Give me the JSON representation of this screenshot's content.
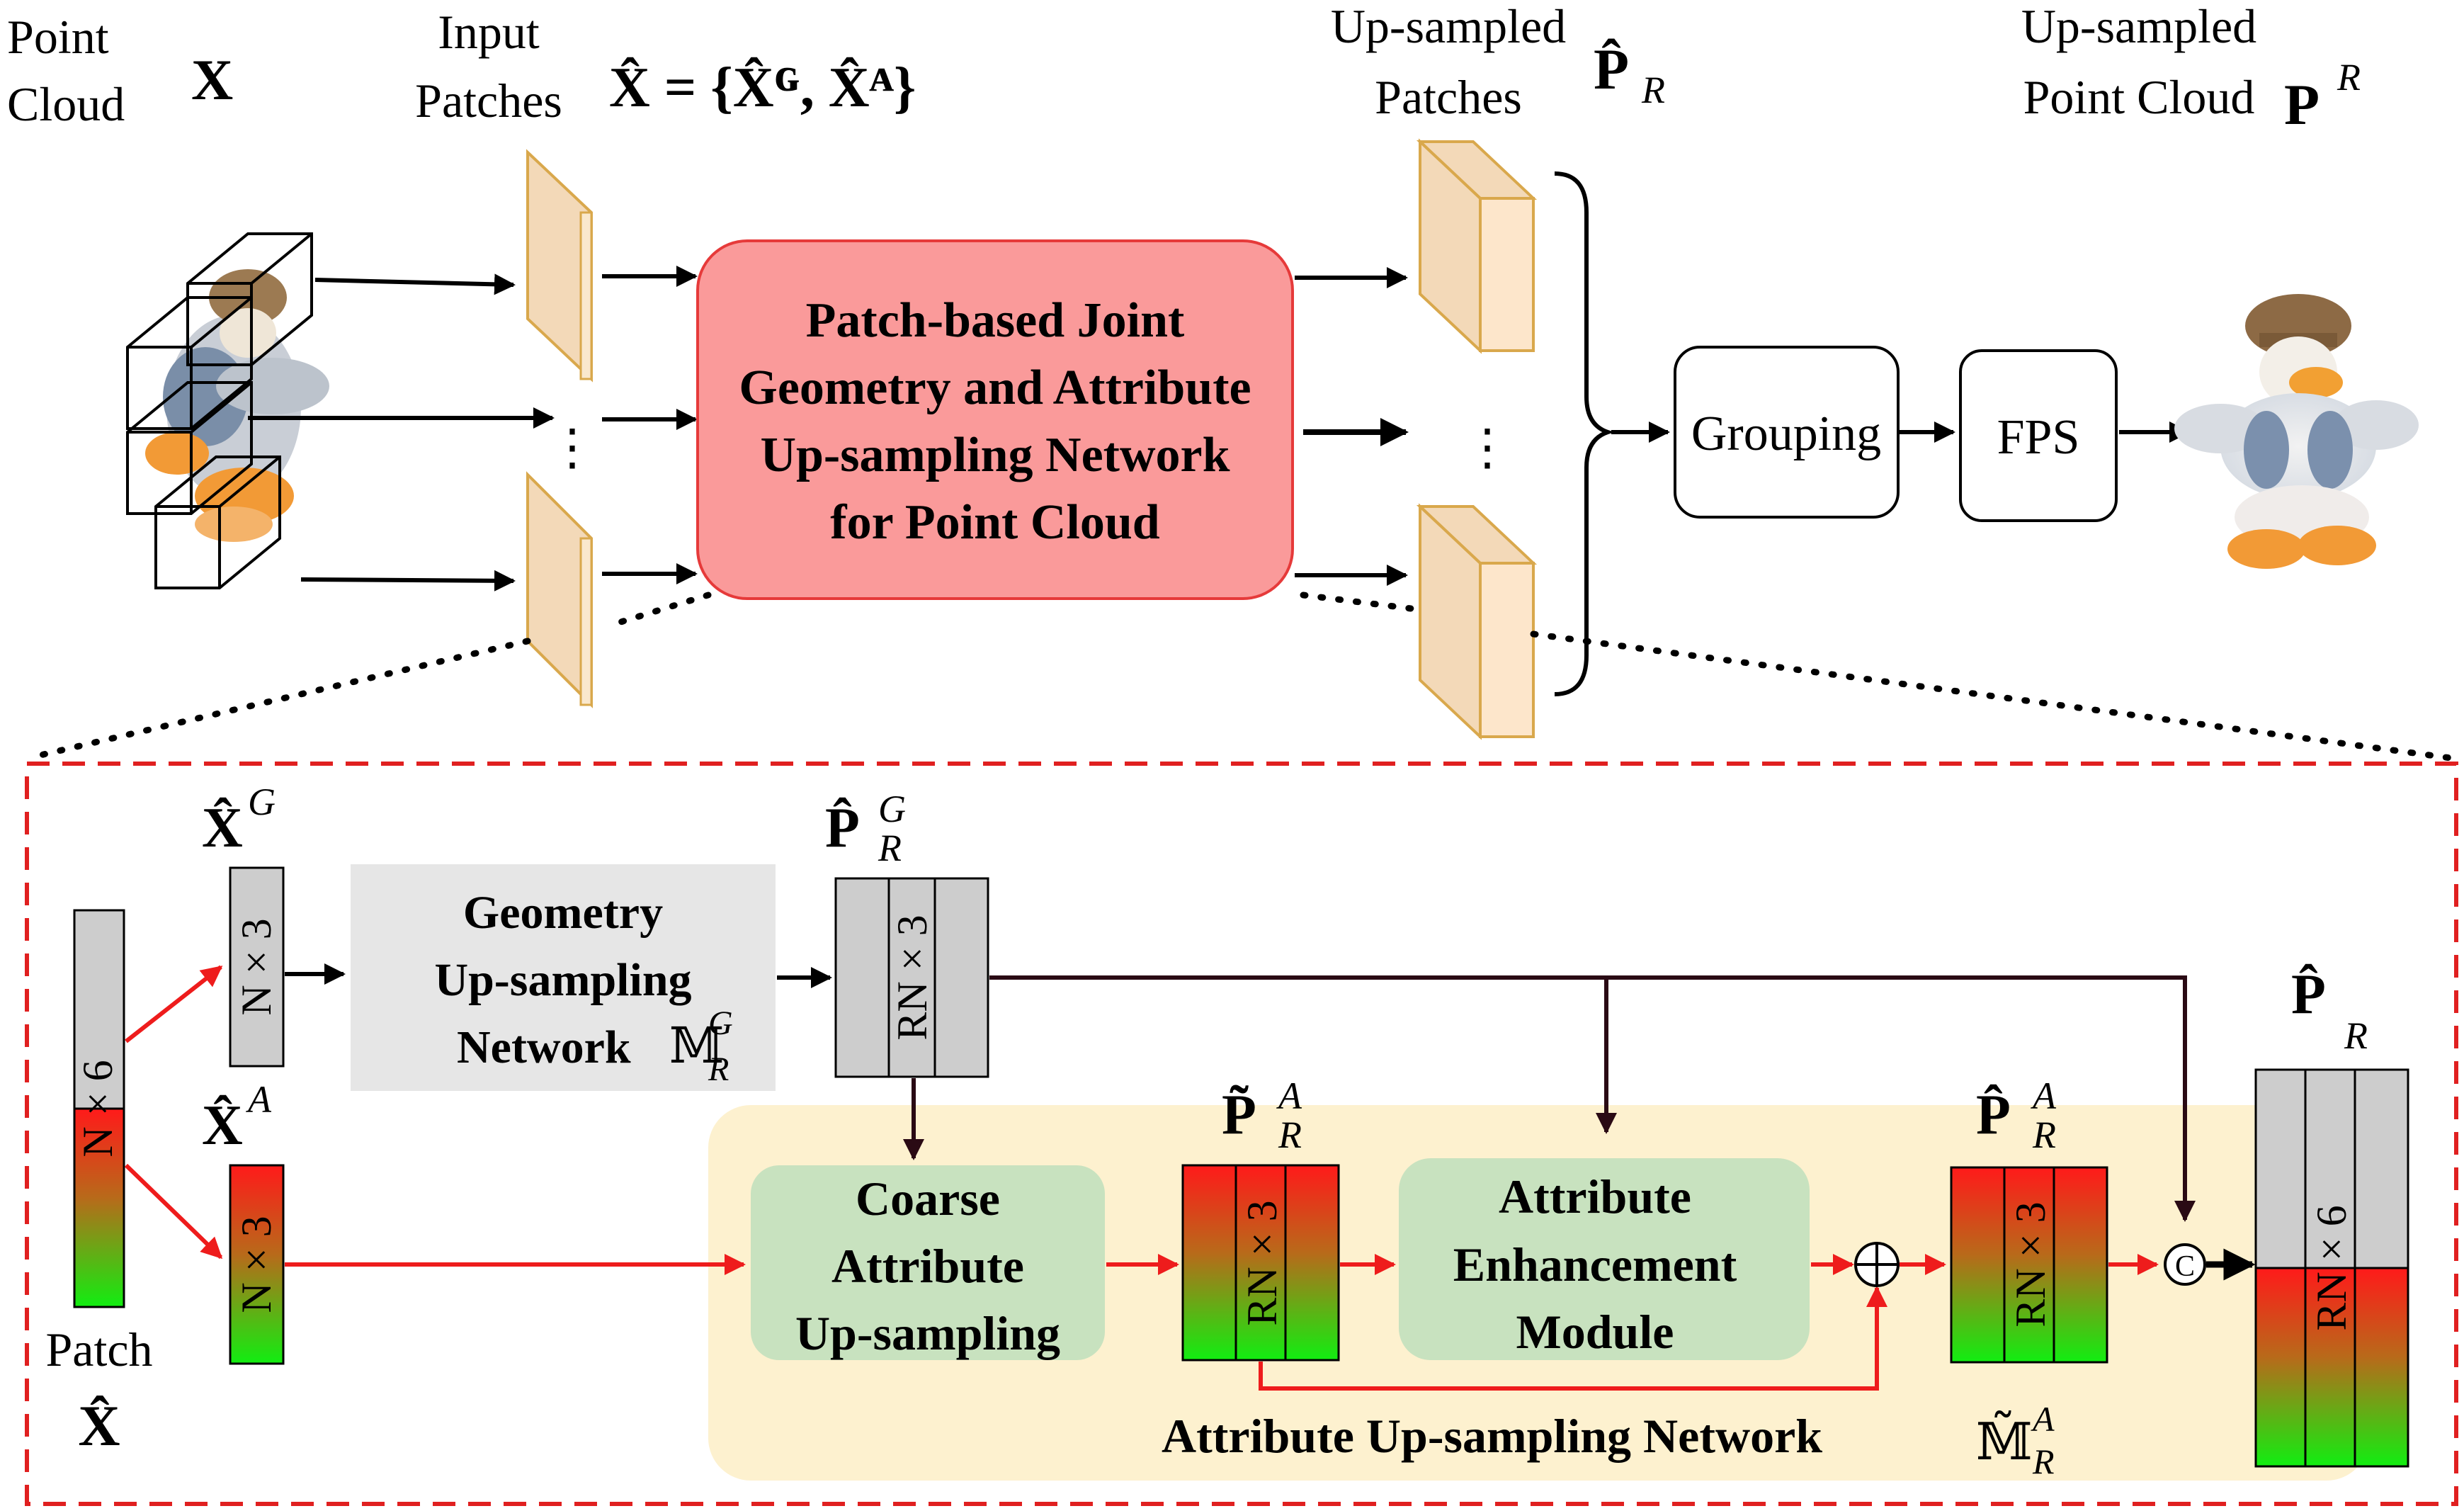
{
  "top": {
    "point_cloud_label": [
      "Point",
      "Cloud"
    ],
    "point_cloud_symbol": "X",
    "input_patches_label": [
      "Input",
      "Patches"
    ],
    "input_patches_formula": "X̂ = {X̂ᴳ, X̂ᴬ}",
    "upsampled_patches_label": [
      "Up-sampled",
      "Patches"
    ],
    "upsampled_patches_symbol": "P̂",
    "upsampled_patches_sub": "R",
    "upsampled_cloud_label": [
      "Up-sampled",
      "Point Cloud"
    ],
    "upsampled_cloud_symbol": "P",
    "upsampled_cloud_sub": "R",
    "network_lines": [
      "Patch-based Joint",
      "Geometry and Attribute",
      "Up-sampling Network",
      "for Point Cloud"
    ],
    "grouping": "Grouping",
    "fps": "FPS",
    "ellipsis": "⋮"
  },
  "bottom": {
    "patch_label": "Patch",
    "patch_symbol": "X̂",
    "patch_dim": "N × 6",
    "xg_symbol": "X̂",
    "xg_sup": "G",
    "xg_dim": "N × 3",
    "xa_symbol": "X̂",
    "xa_sup": "A",
    "xa_dim": "N × 3",
    "geo_net_lines": [
      "Geometry",
      "Up-sampling",
      "Network"
    ],
    "geo_net_symbol": "𝕄",
    "geo_net_sup": "G",
    "geo_net_sub": "R",
    "pg_symbol": "P̂",
    "pg_sup": "G",
    "pg_sub": "R",
    "pg_dim": "RN × 3",
    "coarse_lines": [
      "Coarse",
      "Attribute",
      "Up-sampling"
    ],
    "pa_tilde_symbol": "P̃",
    "pa_tilde_sup": "A",
    "pa_tilde_sub": "R",
    "pa_tilde_dim": "RN × 3",
    "enh_lines": [
      "Attribute",
      "Enhancement",
      "Module"
    ],
    "pa_symbol": "P̂",
    "pa_sup": "A",
    "pa_sub": "R",
    "pa_dim": "RN × 3",
    "attr_net_label": "Attribute Up-sampling Network",
    "attr_net_symbol": "𝕄̃",
    "attr_net_sup": "A",
    "attr_net_sub": "R",
    "plus": "⊕",
    "concat": "C",
    "pr_symbol": "P̂",
    "pr_sub": "R",
    "pr_dim": "RN × 6"
  },
  "colors": {
    "network_fill": "#fa9a9a",
    "network_stroke": "#e63a3a",
    "patch_fill": "#f3d9b8",
    "patch_stroke": "#d9a84c",
    "geo_box": "#e6e6e6",
    "attr_bg": "#fdf1cf",
    "green_box": "#c8e2bf",
    "red_arrow": "#ee1c1c",
    "dark_arrow": "#2a0a14",
    "dashed_border": "#e02020",
    "gray_tensor": "#cdcdcd",
    "grad_top": "#ff1a1a",
    "grad_bottom": "#11ee11"
  }
}
